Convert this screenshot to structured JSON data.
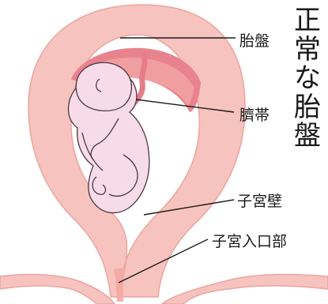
{
  "title": "正常な胎盤",
  "labels": {
    "placenta": "胎盤",
    "umbilical_cord": "臍帯",
    "uterine_wall": "子宮壁",
    "cervical_os": "子宮入口部"
  },
  "colors": {
    "uterus_wall": "#f6c3be",
    "uterus_wall_edge": "#eba59f",
    "placenta": "#e8838e",
    "placenta_inner": "#f6b0ae",
    "umbilical_cord": "#e67d8b",
    "fetus_skin": "#f7dbe9",
    "fetus_line": "#4a3a40",
    "cervix": "#f4a9a3",
    "leader_line": "#1a1a1a"
  }
}
